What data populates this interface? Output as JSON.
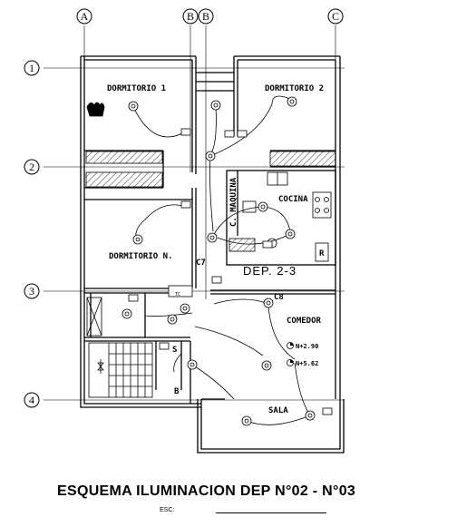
{
  "title": "ESQUEMA ILUMINACION DEP  N°02 - N°03",
  "scale_label": "ESC:",
  "axes": {
    "columns": [
      "A",
      "B",
      "B",
      "C"
    ],
    "rows": [
      "1",
      "2",
      "3",
      "4"
    ]
  },
  "rooms": {
    "dormitorio1": "DORMITORIO 1",
    "dormitorio2": "DORMITORIO 2",
    "dormitorioN": "DORMITORIO N.",
    "cocina": "COCINA",
    "maquina": "C. MAQUINA",
    "comedor": "COMEDOR",
    "sala": "SALA"
  },
  "unit_label": "DEP. 2-3",
  "circuits": {
    "c7": "C7",
    "c8": "C8"
  },
  "levels": {
    "level1": "N+2.90",
    "level2": "N+5.62"
  },
  "small_marks": {
    "s": "S",
    "b": "B",
    "r": "R",
    "tc": "TC"
  }
}
